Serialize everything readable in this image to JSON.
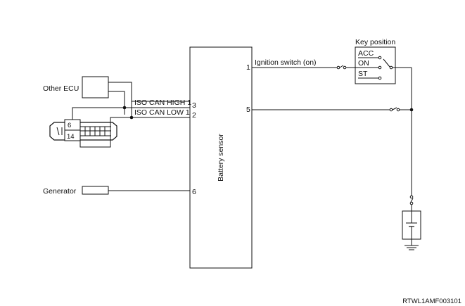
{
  "diagram": {
    "main_box_label": "Battery sensor",
    "key_position": {
      "title": "Key position",
      "positions": [
        "ACC",
        "ON",
        "ST"
      ]
    },
    "labels": {
      "other_ecu": "Other ECU",
      "generator": "Generator",
      "ignition_switch": "Ignition switch (on)",
      "can_high": "ISO CAN HIGH 1",
      "can_low": "ISO CAN LOW 1",
      "connector_pin_6": "6",
      "connector_pin_14": "14"
    },
    "pins": {
      "left_can_high": "3",
      "left_can_low": "2",
      "left_generator": "6",
      "right_ignition": "1",
      "right_battery": "5"
    },
    "figure_id": "RTWL1AMF003101"
  }
}
